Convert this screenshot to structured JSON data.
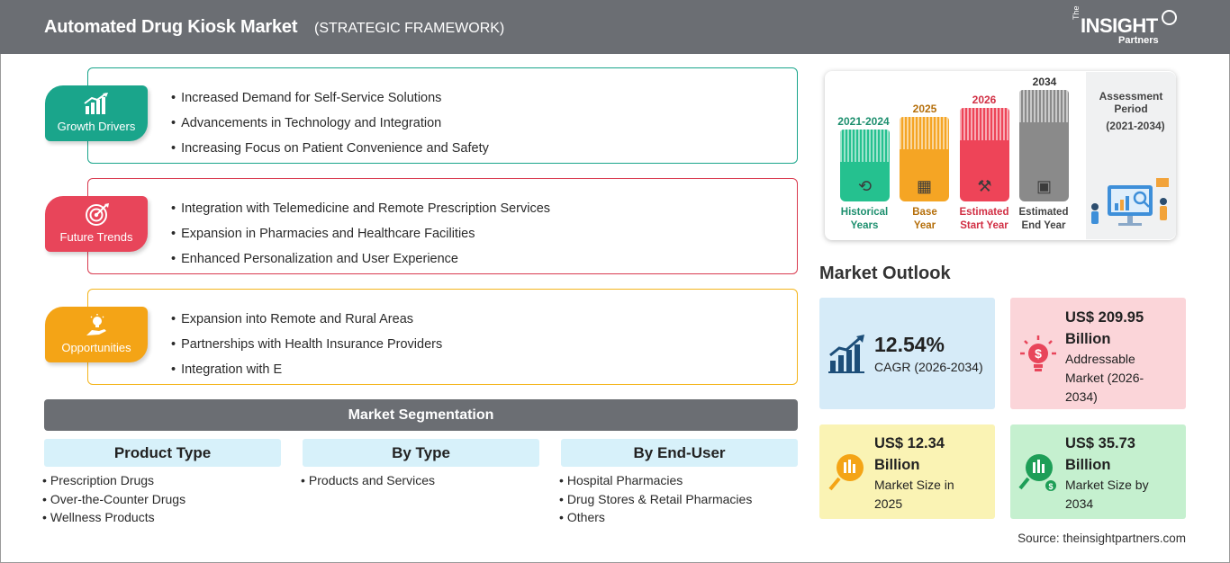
{
  "header": {
    "title": "Automated Drug Kiosk Market",
    "subtitle": "(STRATEGIC FRAMEWORK)",
    "logo": {
      "the": "The",
      "word": "INSIGHT",
      "partners": "Partners"
    }
  },
  "colors": {
    "header_bg": "#6b6e73",
    "growth": "#1aa58b",
    "trends": "#e8455a",
    "opportunities": "#f4a416",
    "historical": "#25c18f",
    "base": "#f5a524",
    "estimated_start": "#ee4458",
    "estimated_end": "#8a8a8a"
  },
  "sections": [
    {
      "label": "Growth Drivers",
      "icon": "growth-chart-icon",
      "items": [
        "Increased Demand for Self-Service Solutions",
        "Advancements in Technology and Integration",
        "Increasing Focus on Patient Convenience and Safety"
      ]
    },
    {
      "label": "Future Trends",
      "icon": "target-icon",
      "items": [
        "Integration with Telemedicine and Remote Prescription Services",
        "Expansion in Pharmacies and Healthcare Facilities",
        "Enhanced Personalization and User Experience"
      ]
    },
    {
      "label": "Opportunities",
      "icon": "lightbulb-hand-icon",
      "items": [
        "Expansion into Remote and Rural Areas",
        "Partnerships with Health Insurance Providers",
        "Integration with E"
      ]
    }
  ],
  "segmentation": {
    "title": "Market Segmentation",
    "columns": [
      {
        "heading": "Product Type",
        "items": [
          "Prescription Drugs",
          "Over-the-Counter Drugs",
          "Wellness Products"
        ]
      },
      {
        "heading": "By Type",
        "items": [
          "Products and Services"
        ]
      },
      {
        "heading": "By End-User",
        "items": [
          "Hospital Pharmacies",
          "Drug Stores & Retail Pharmacies",
          "Others"
        ]
      }
    ]
  },
  "timeline": {
    "bars": [
      {
        "year": "2021-2024",
        "caption_1": "Historical",
        "caption_2": "Years",
        "icon": "history-icon"
      },
      {
        "year": "2025",
        "caption_1": "Base",
        "caption_2": "Year",
        "icon": "calendar-icon"
      },
      {
        "year": "2026",
        "caption_1": "Estimated",
        "caption_2": "Start Year",
        "icon": "presentation-icon"
      },
      {
        "year": "2034",
        "caption_1": "Estimated",
        "caption_2": "End Year",
        "icon": "monitor-chart-icon"
      }
    ],
    "assessment_1": "Assessment",
    "assessment_2": "Period",
    "assessment_years": "(2021-2034)"
  },
  "outlook": {
    "title": "Market Outlook",
    "cagr": {
      "value": "12.54%",
      "label": "CAGR (2026-2034)",
      "icon": "bar-growth-icon"
    },
    "addressable": {
      "value_1": "US$ 209.95",
      "value_2": "Billion",
      "label_1": "Addressable",
      "label_2": "Market (2026-",
      "label_3": "2034)",
      "icon": "dollar-bulb-icon"
    },
    "size_2025": {
      "value_1": "US$ 12.34",
      "value_2": "Billion",
      "label_1": "Market Size in",
      "label_2": "2025",
      "icon": "coin-magnifier-icon"
    },
    "size_2034": {
      "value_1": "US$ 35.73",
      "value_2": "Billion",
      "label_1": "Market Size by",
      "label_2": "2034",
      "icon": "money-magnifier-icon"
    }
  },
  "source": "Source: theinsightpartners.com"
}
